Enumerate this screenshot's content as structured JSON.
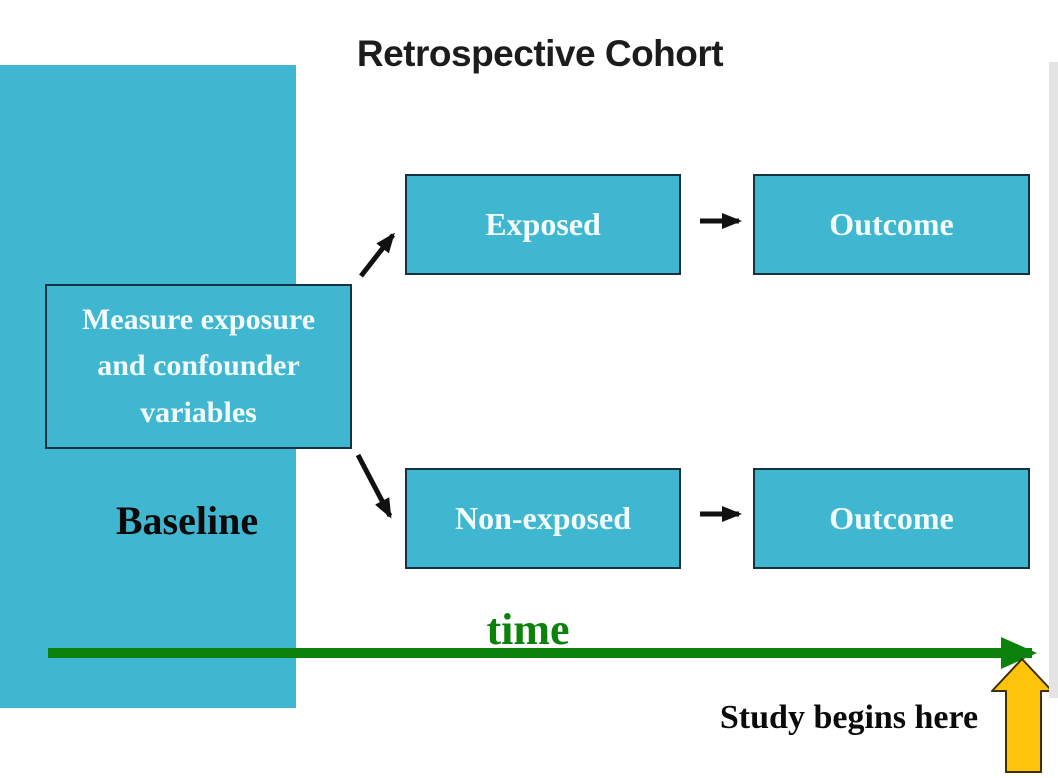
{
  "title": "Retrospective Cohort",
  "nodes": {
    "measure": {
      "label": "Measure exposure\nand confounder\nvariables"
    },
    "exposed": {
      "label": "Exposed"
    },
    "outcome_top": {
      "label": "Outcome"
    },
    "non_exposed": {
      "label": "Non-exposed"
    },
    "outcome_bottom": {
      "label": "Outcome"
    }
  },
  "labels": {
    "baseline": "Baseline",
    "time_axis": "time",
    "study_begins": "Study begins here"
  },
  "colors": {
    "node_fill": "#40b7d1",
    "node_border": "#14323f",
    "baseline_panel": "#40b7d1",
    "time_arrow_green": "#0b820b",
    "study_pointer_yellow": "#ffc30b",
    "connector_black": "#111111",
    "title_text": "#1c1c1c"
  }
}
